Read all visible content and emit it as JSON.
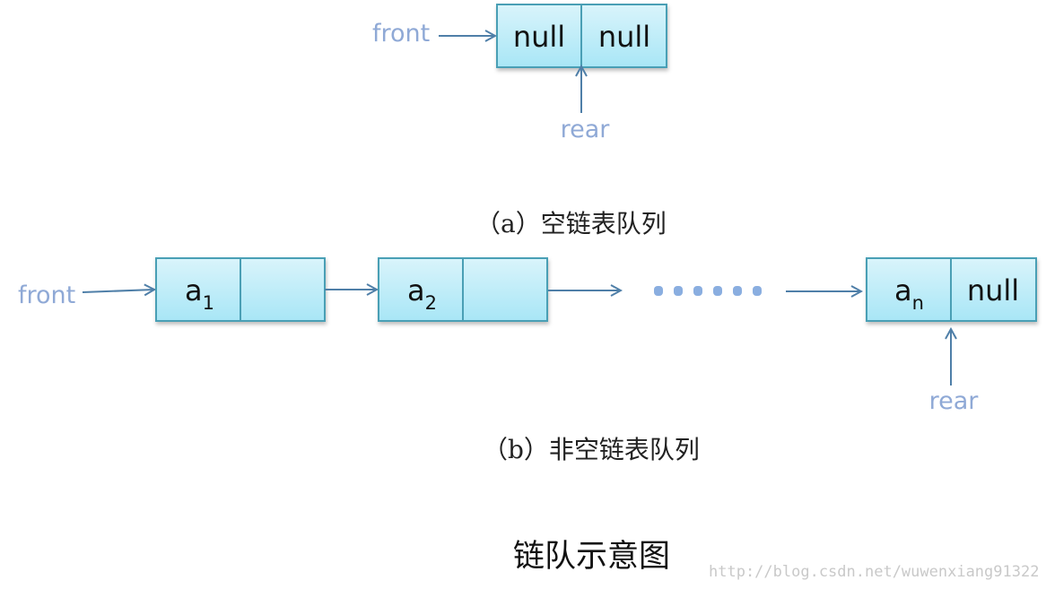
{
  "colors": {
    "box_fill_top": "#d9f4fb",
    "box_fill_bottom": "#a8e6f6",
    "box_stroke": "#4a9fb5",
    "arrow": "#4f7fa8",
    "pointer_label": "#8fa9d6",
    "ellipsis_dots": "#8aaee0"
  },
  "empty_queue": {
    "front_label": "front",
    "rear_label": "rear",
    "node": {
      "data": "null",
      "next": "null"
    },
    "caption": "（a）空链表队列"
  },
  "nonempty_queue": {
    "front_label": "front",
    "rear_label": "rear",
    "nodes": [
      {
        "data": "a",
        "sub": "1",
        "next": ""
      },
      {
        "data": "a",
        "sub": "2",
        "next": ""
      },
      {
        "data": "a",
        "sub": "n",
        "next": "null"
      }
    ],
    "ellipsis_count": 6,
    "caption": "（b）非空链表队列"
  },
  "title": "链队示意图",
  "watermark": "http://blog.csdn.net/wuwenxiang91322"
}
